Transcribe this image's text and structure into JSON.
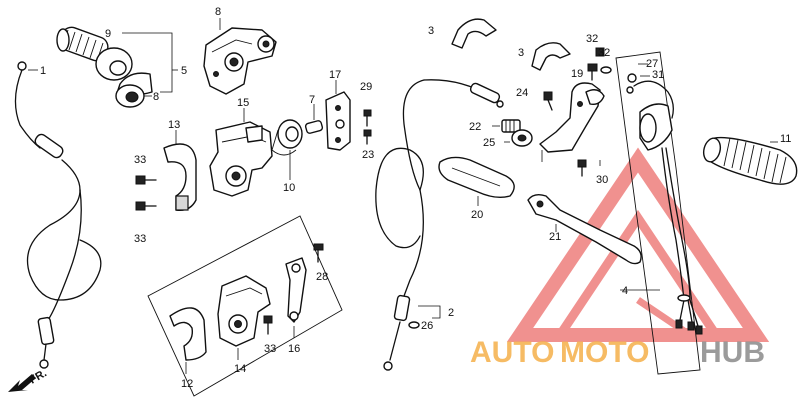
{
  "callouts": {
    "c1": "1",
    "c2": "2",
    "c3a": "3",
    "c3b": "3",
    "c4": "4",
    "c5": "5",
    "c7": "7",
    "c8a": "8",
    "c8b": "8",
    "c9": "9",
    "c10": "10",
    "c11": "11",
    "c12": "12",
    "c13": "13",
    "c14": "14",
    "c15": "15",
    "c16": "16",
    "c17": "17",
    "c19": "19",
    "c20": "20",
    "c21": "21",
    "c22": "22",
    "c23": "23",
    "c24": "24",
    "c25": "25",
    "c26": "26",
    "c27": "27",
    "c28": "28",
    "c29": "29",
    "c30": "30",
    "c31": "31",
    "c32a": "32",
    "c32b": "32",
    "c33a": "33",
    "c33b": "33",
    "c33c": "33"
  },
  "front_arrow": "FR.",
  "watermark": {
    "part1": "AUTO",
    "part2": "MOTO",
    "part3": "HUB",
    "color_orange": "#F5B04A",
    "color_grey": "#8A8A8A",
    "color_red": "#E53935"
  }
}
